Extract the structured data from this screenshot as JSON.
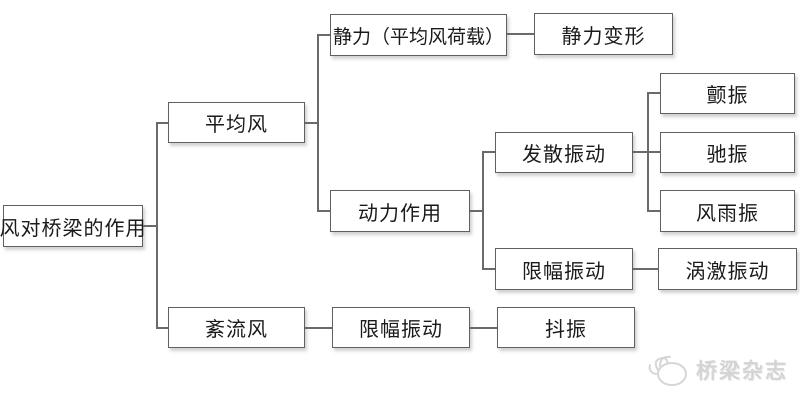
{
  "diagram": {
    "nodes": {
      "root": {
        "label": "风对桥梁的作用"
      },
      "mean_wind": {
        "label": "平均风"
      },
      "turbulent_wind": {
        "label": "紊流风"
      },
      "static_force": {
        "label": "静力（平均风荷载）"
      },
      "static_deformation": {
        "label": "静力变形"
      },
      "dynamic_action": {
        "label": "动力作用"
      },
      "divergent_vibration": {
        "label": "发散振动"
      },
      "flutter": {
        "label": "颤振"
      },
      "galloping": {
        "label": "驰振"
      },
      "rain_wind_vibration": {
        "label": "风雨振"
      },
      "limited_amplitude_vibration_upper": {
        "label": "限幅振动"
      },
      "vortex_induced_vibration": {
        "label": "涡激振动"
      },
      "limited_amplitude_vibration_lower": {
        "label": "限幅振动"
      },
      "buffeting": {
        "label": "抖振"
      }
    },
    "colors": {
      "background": "#ffffff",
      "box_border": "#606060",
      "connector_line": "#6a6a6a",
      "text": "#1a1a1a",
      "watermark": "#d4d4d4"
    }
  },
  "watermark": {
    "text": "桥梁杂志",
    "icon": "bird-logo-icon"
  }
}
